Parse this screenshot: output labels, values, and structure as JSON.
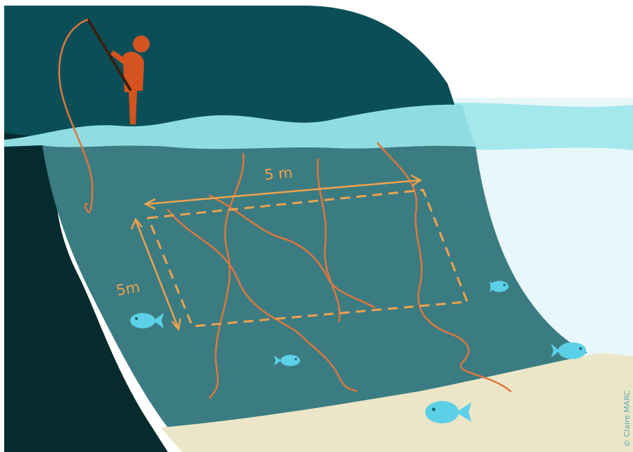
{
  "labels": {
    "top_dimension": "5 m",
    "side_dimension": "5m"
  },
  "credit": "© Claire MARC",
  "colors": {
    "cliff_top": "#0a4f57",
    "cliff_dark": "#062b2e",
    "water_surface": "#8fdde2",
    "water_deep": "#3b7c82",
    "sea_light": "#c7f0f4",
    "sand": "#ece6c8",
    "fisherman": "#d4531f",
    "line": "#e0763c",
    "measure": "#f0a24c",
    "fish": "#5cd0e6"
  },
  "icons": [
    "fisherman-icon",
    "fish-icon"
  ]
}
